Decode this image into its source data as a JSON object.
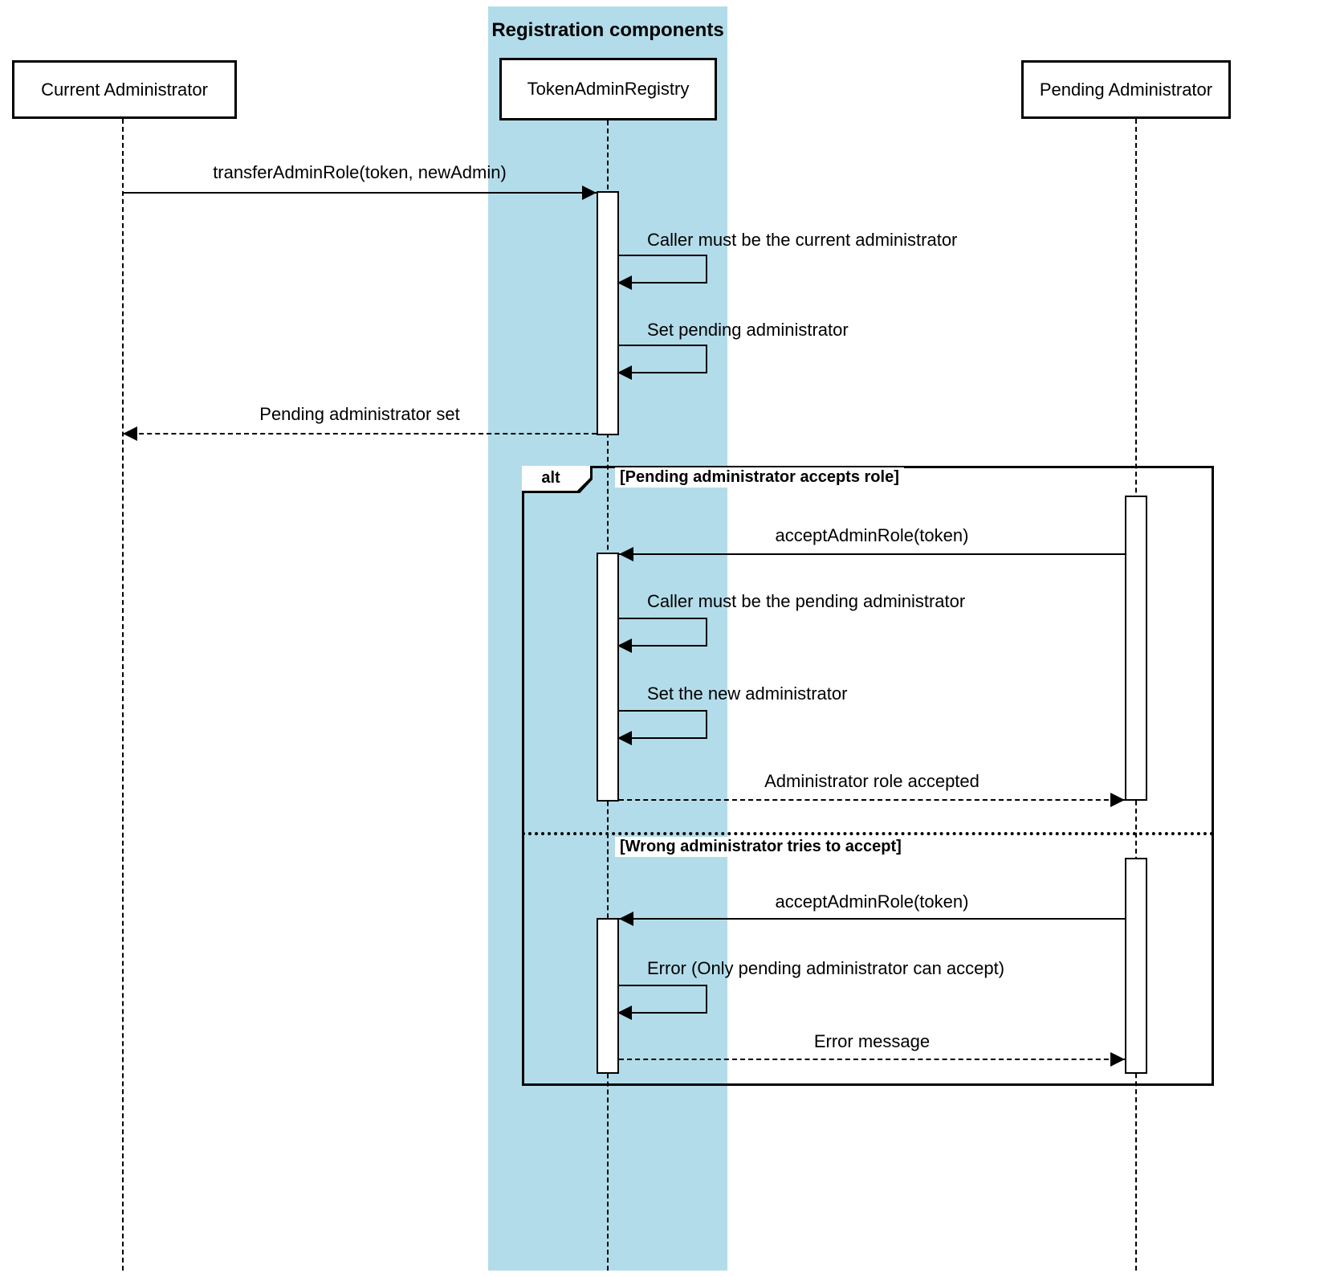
{
  "diagram": {
    "frame": {
      "title": "Registration components"
    },
    "participants": {
      "current": "Current Administrator",
      "registry": "TokenAdminRegistry",
      "pending": "Pending Administrator"
    },
    "alt": {
      "operator": "alt",
      "guard_accept": "[Pending administrator accepts role]",
      "guard_wrong": "[Wrong administrator tries to accept]"
    },
    "messages": {
      "transfer_admin_role": "transferAdminRole(token, newAdmin)",
      "caller_must_be_current": "Caller must be the current administrator",
      "set_pending_admin": "Set pending administrator",
      "pending_admin_set": "Pending administrator set",
      "accept_admin_role_1": "acceptAdminRole(token)",
      "caller_must_be_pending": "Caller must be the pending administrator",
      "set_new_admin": "Set the new administrator",
      "admin_role_accepted": "Administrator role accepted",
      "accept_admin_role_2": "acceptAdminRole(token)",
      "error_only_pending": "Error (Only pending administrator can accept)",
      "error_message": "Error message"
    },
    "colors": {
      "frame_fill": "#b3dcea"
    }
  }
}
